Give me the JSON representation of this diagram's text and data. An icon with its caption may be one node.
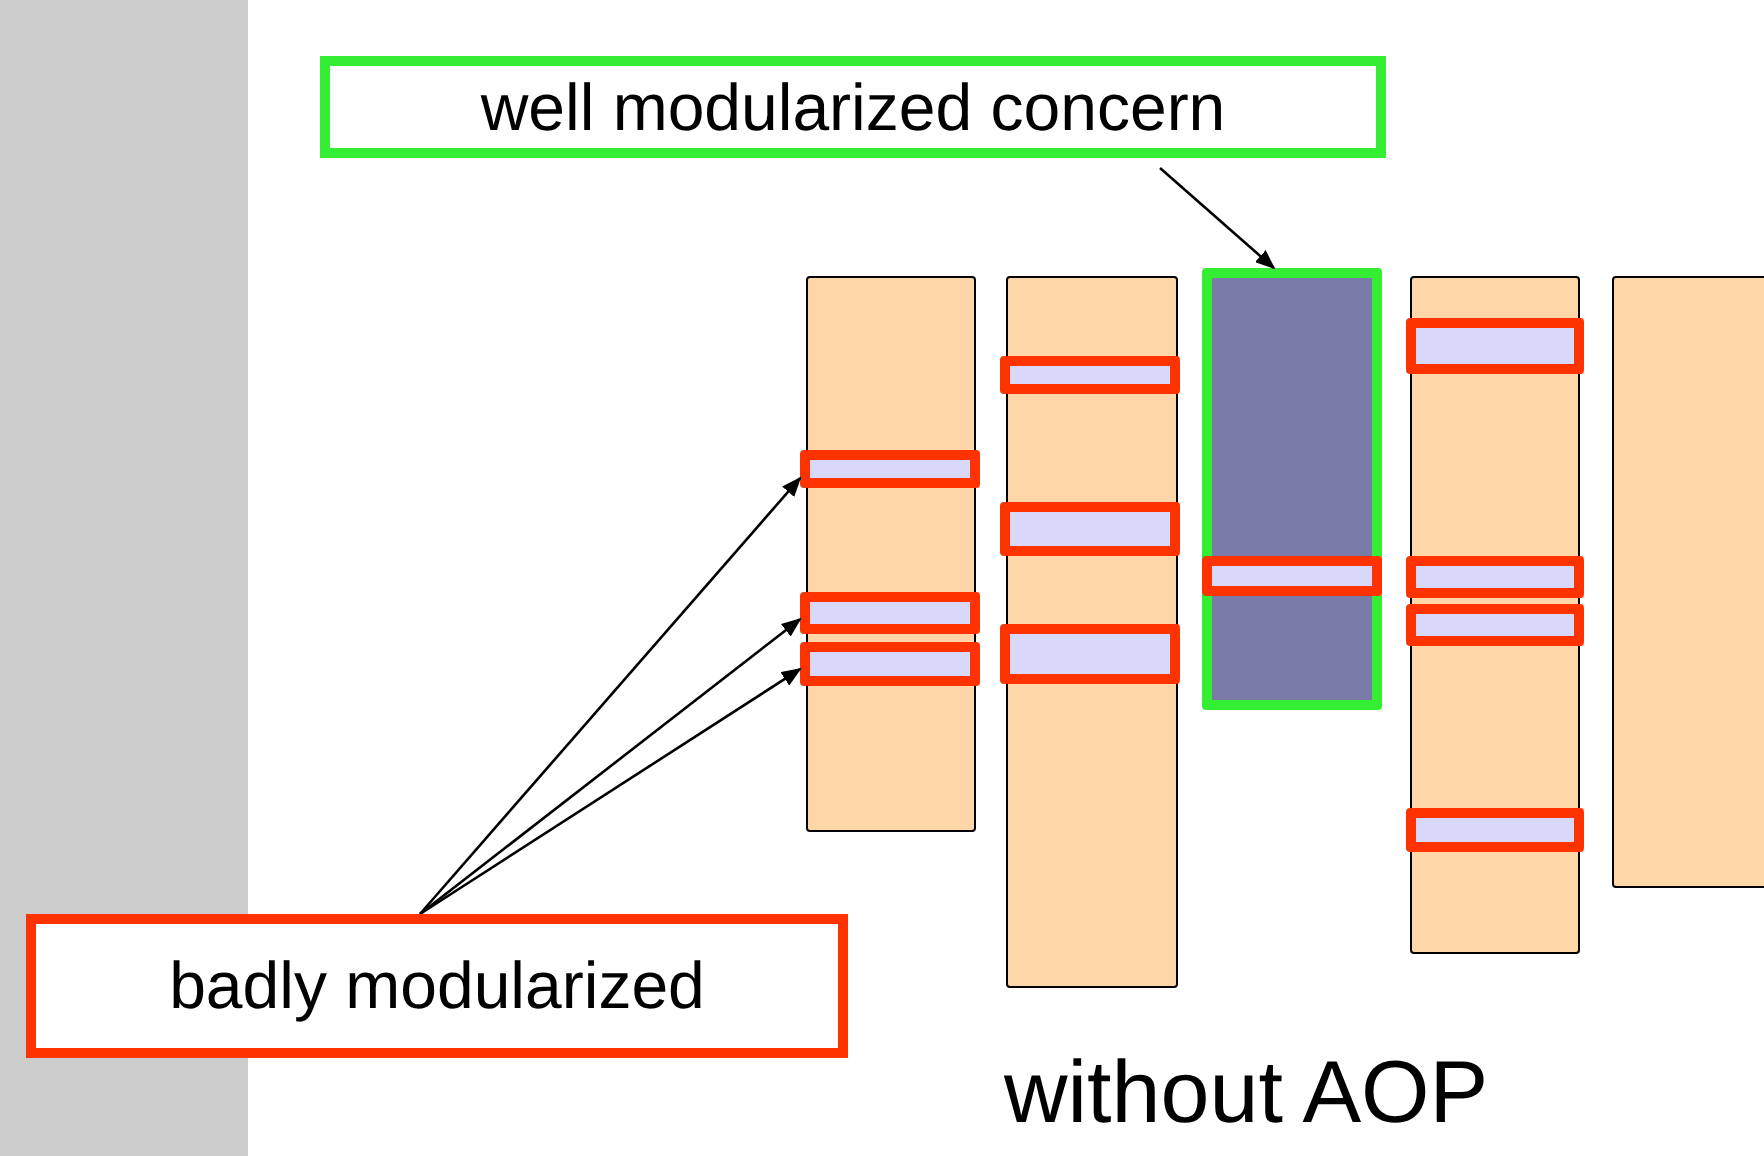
{
  "diagram": {
    "nodes": [
      {
        "text": [
          "well modularized concern"
        ]
      },
      {
        "text": [],
        "shape": "bar"
      },
      {
        "text": [],
        "shape": "bar",
        "in": 1
      },
      {
        "text": [],
        "shape": "bar",
        "in": 1
      },
      {
        "text": [],
        "shape": "bar",
        "in": 1
      },
      {
        "text": [],
        "shape": "bar"
      },
      {
        "text": [],
        "shape": "bar",
        "in": 5
      },
      {
        "text": [],
        "shape": "bar",
        "in": 5
      },
      {
        "text": [],
        "shape": "bar",
        "in": 5
      },
      {
        "text": [],
        "shape": "bar"
      },
      {
        "text": [],
        "shape": "bar",
        "in": 9
      },
      {
        "text": [],
        "shape": "bar"
      },
      {
        "text": [],
        "shape": "bar",
        "in": 11
      },
      {
        "text": [],
        "shape": "bar",
        "in": 11
      },
      {
        "text": [],
        "shape": "bar",
        "in": 11
      },
      {
        "text": [],
        "shape": "bar",
        "in": 11
      },
      {
        "text": [],
        "shape": "bar"
      },
      {
        "text": [
          "badly modularized"
        ]
      }
    ],
    "edges": [
      {
        "from": 0,
        "to": 9,
        "arrow": "to"
      },
      {
        "from": 17,
        "to": 2,
        "arrow": "to"
      },
      {
        "from": 17,
        "to": 3,
        "arrow": "to"
      },
      {
        "from": 17,
        "to": 4,
        "arrow": "to"
      }
    ],
    "labels": [
      "without AOP"
    ]
  }
}
